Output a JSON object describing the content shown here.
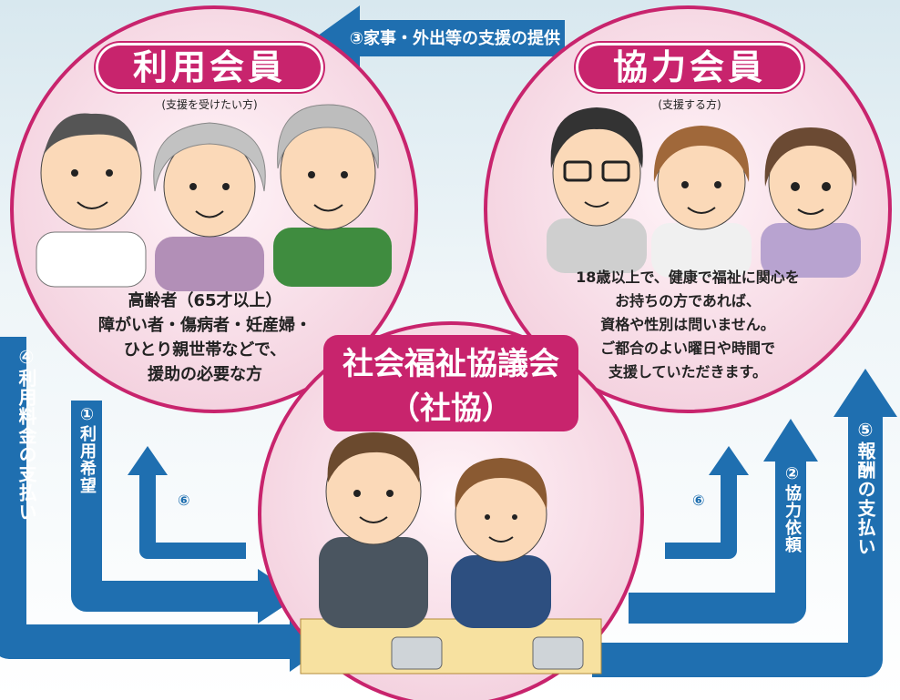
{
  "top_arrow": {
    "label": "③家事・外出等の支援の提供"
  },
  "user_member": {
    "title": "利用会員",
    "subtitle": "(支援を受けたい方)",
    "description": [
      "高齢者（65才以上）",
      "障がい者・傷病者・妊産婦・",
      "ひとり親世帯などで、",
      "援助の必要な方"
    ]
  },
  "helper_member": {
    "title": "協力会員",
    "subtitle": "(支援する方)",
    "description": [
      "18歳以上で、健康で福祉に関心を",
      "お持ちの方であれば、",
      "資格や性別は問いません。",
      "ご都合のよい曜日や時間で",
      "支援していただきます。"
    ]
  },
  "council": {
    "title_line1": "社会福祉協議会",
    "title_line2": "（社協）"
  },
  "flows": {
    "usage_fee": "④利用料金の支払い",
    "usage_request": "①利用希望",
    "cooperation_request": "②協力依頼",
    "reward_payment": "⑤報酬の支払い",
    "six_left": "⑥",
    "six_right": "⑥"
  },
  "colors": {
    "arrow": "#1f6fb0",
    "pink": "#c8246d",
    "circle_fill": "#f5dbe6"
  }
}
